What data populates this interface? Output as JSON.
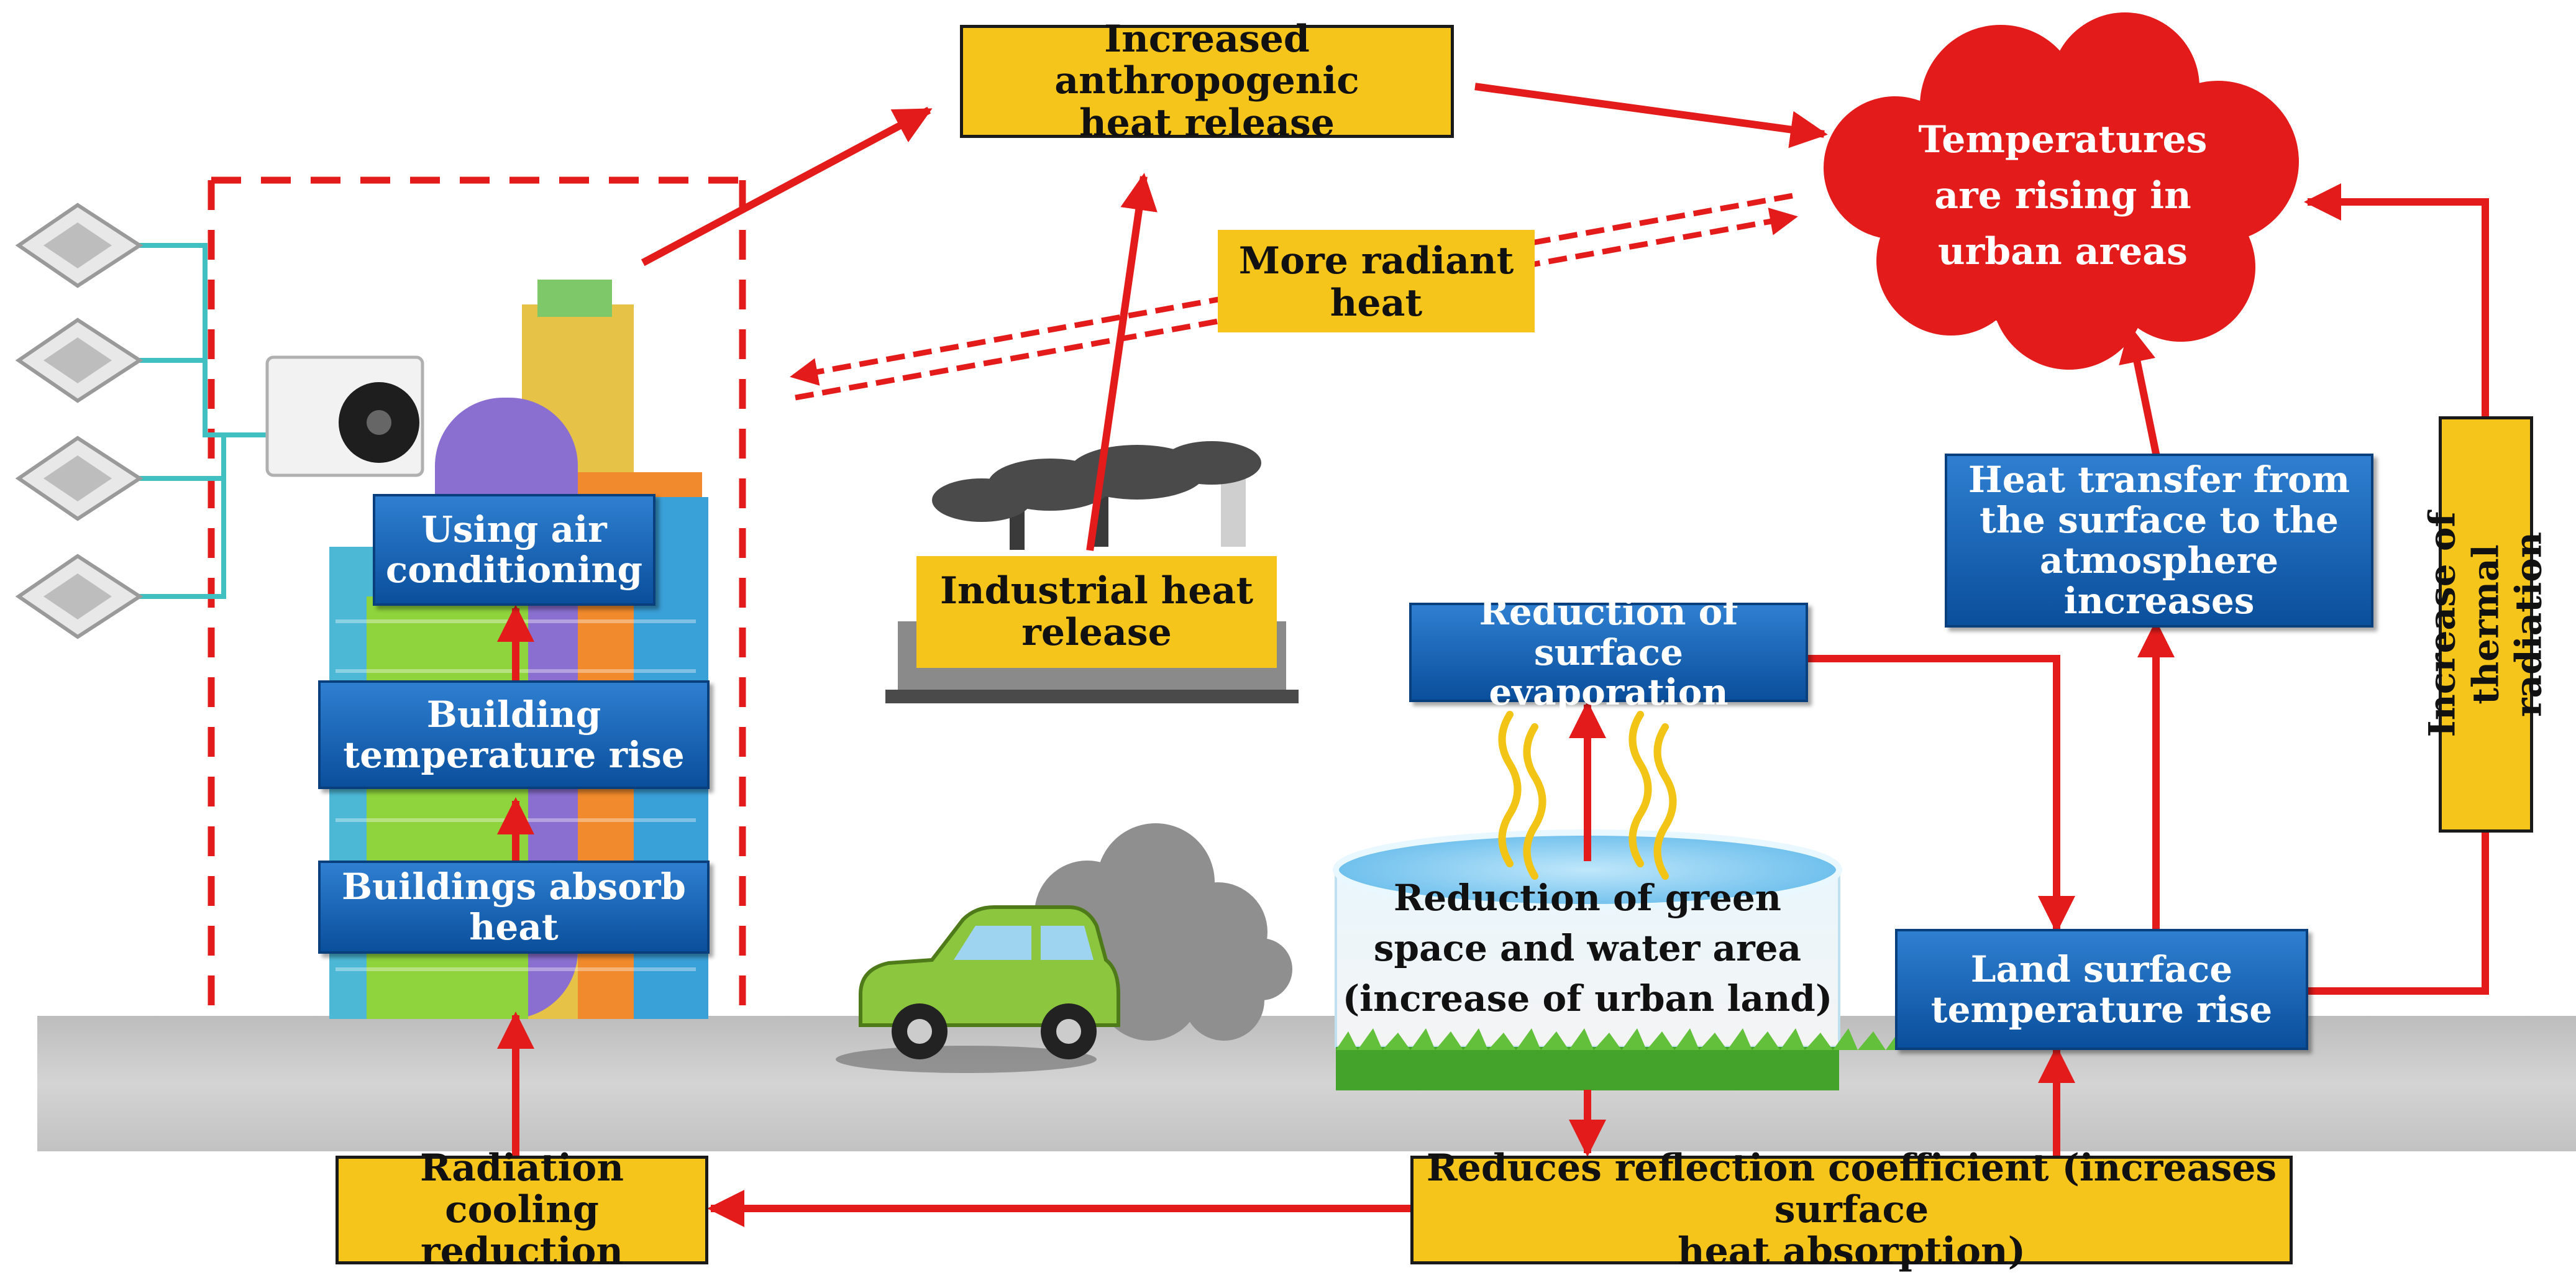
{
  "colors": {
    "arrow": "#e31b1b",
    "yellow_box": "#f6c51c",
    "blue_box": "#1565b8",
    "cloud": "#e31b1b",
    "ground": "#c9c9c9"
  },
  "labels": {
    "anthropogenic": "Increased anthropogenic\nheat release",
    "radiant_heat": "More radiant\nheat",
    "temperatures": "Temperatures\nare rising in\nurban areas",
    "air_conditioning": "Using air\nconditioning",
    "building_temp": "Building\ntemperature rise",
    "buildings_absorb": "Buildings absorb\nheat",
    "industrial": "Industrial heat\nrelease",
    "surface_evaporation": "Reduction of\nsurface evaporation",
    "heat_transfer": "Heat transfer from\nthe surface to the\natmosphere increases",
    "thermal_radiation": "Increase of thermal\nradiation",
    "green_space": "Reduction of green\nspace and water area\n(increase of urban land)",
    "land_surface": "Land surface\ntemperature rise",
    "radiation_cooling": "Radiation cooling\nreduction",
    "reflection": "Reduces reflection coefficient (increases surface\nheat absorption)"
  },
  "icons": [
    "ceiling-ac-unit-icon",
    "outdoor-ac-unit-icon",
    "city-buildings-icon",
    "factory-icon",
    "smoke-icon",
    "car-icon",
    "exhaust-cloud-icon",
    "pond-icon",
    "heat-waves-icon",
    "grass-icon"
  ]
}
